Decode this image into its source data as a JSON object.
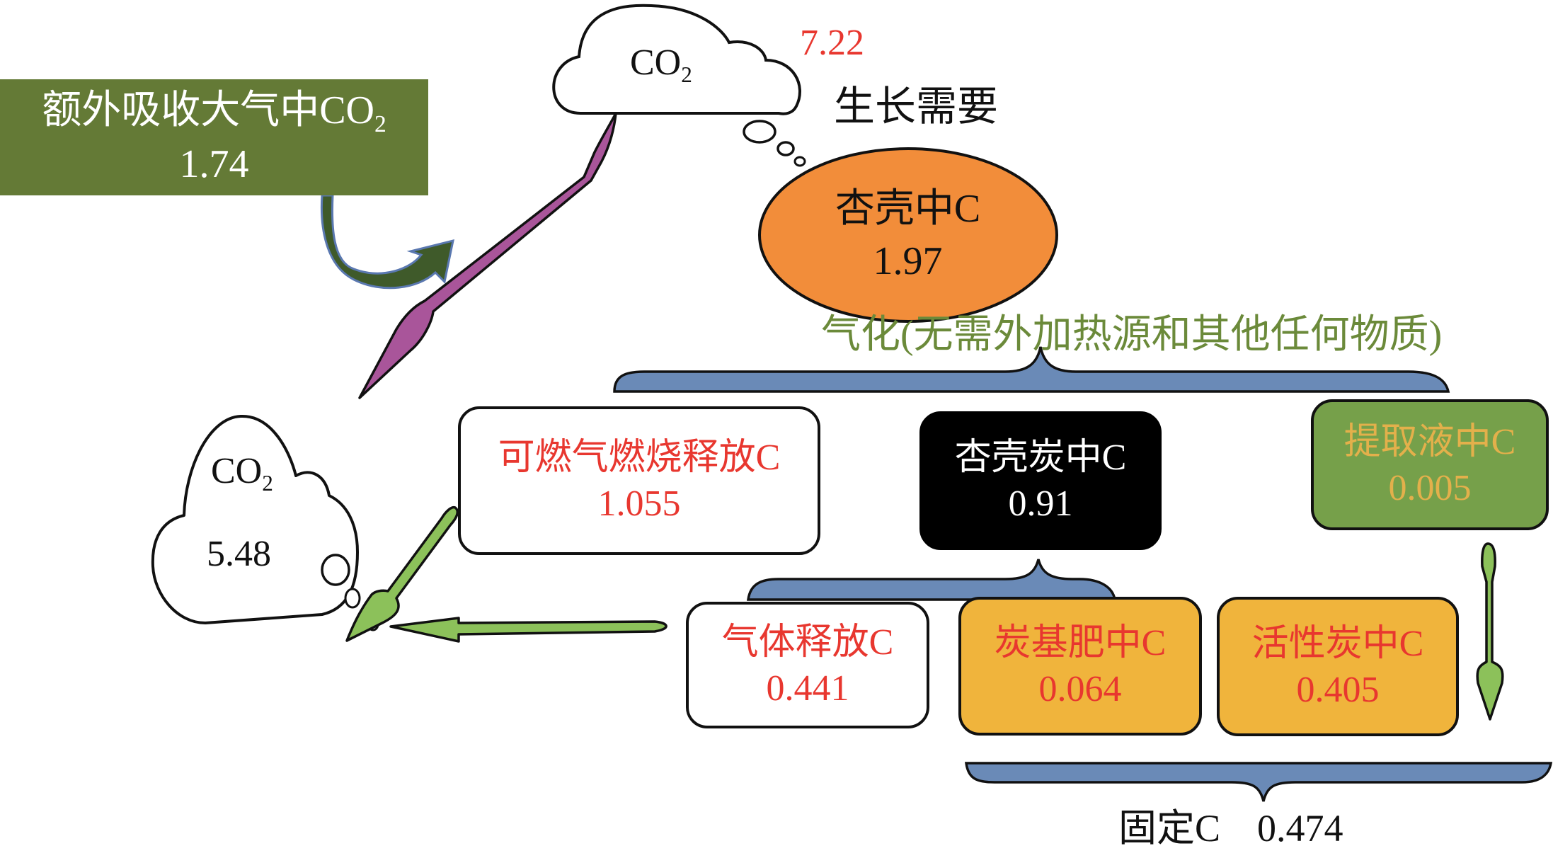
{
  "colors": {
    "red_text": "#e8372f",
    "olive_text": "#6b8a3a",
    "green_box": "#647a36",
    "extract_box": "#76a04a",
    "extract_text": "#e3b04b",
    "orange_ellipse": "#f28d3a",
    "yellow_box": "#f0b43c",
    "brace_blue": "#6a8ab7",
    "purple_arrow": "#a9559a",
    "green_arrow": "#8cc15a"
  },
  "extra_absorb": {
    "label": "额外吸收大气中CO",
    "sub": "2",
    "value": "1.74"
  },
  "top_cloud": {
    "label": "CO",
    "sub": "2",
    "value": "7.22"
  },
  "growth_need": "生长需要",
  "apricot_shell": {
    "label": "杏壳中C",
    "value": "1.97"
  },
  "gasification": "气化(无需外加热源和其他任何物质)",
  "combustible_gas": {
    "label": "可燃气燃烧释放C",
    "value": "1.055"
  },
  "shell_char": {
    "label": "杏壳炭中C",
    "value": "0.91"
  },
  "extract_liquid": {
    "label": "提取液中C",
    "value": "0.005"
  },
  "bottom_cloud": {
    "label": "CO",
    "sub": "2",
    "value": "5.48"
  },
  "gas_release": {
    "label": "气体释放C",
    "value": "0.441"
  },
  "char_fertilizer": {
    "label": "炭基肥中C",
    "value": "0.064"
  },
  "activated_carbon": {
    "label": "活性炭中C",
    "value": "0.405"
  },
  "fixed_carbon": {
    "label": "固定C",
    "value": "0.474"
  }
}
